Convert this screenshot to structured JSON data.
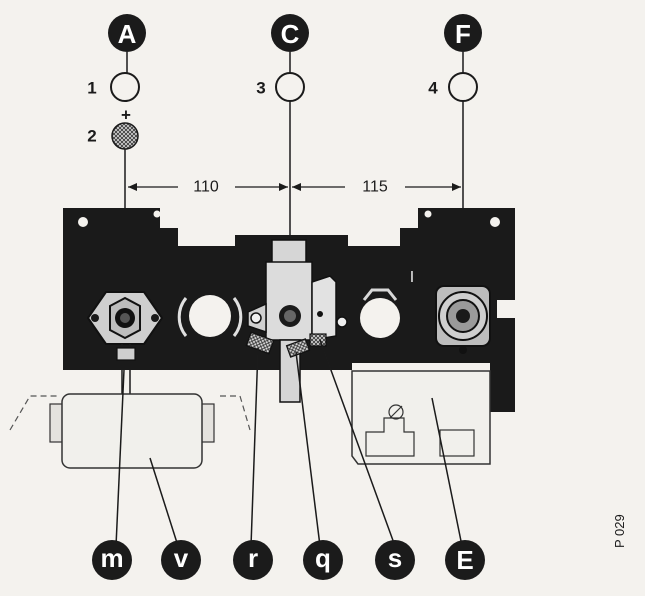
{
  "top_labels": {
    "A": "A",
    "C": "C",
    "F": "F"
  },
  "numbers": {
    "n1": "1",
    "n2": "2",
    "n2_sign": "+",
    "n3": "3",
    "n4": "4"
  },
  "dimensions": {
    "left": "110",
    "right": "115"
  },
  "bottom_labels": {
    "m": "m",
    "v": "v",
    "r": "r",
    "q": "q",
    "s": "s",
    "E": "E"
  },
  "plate_mark": "I",
  "side_code": "P 029"
}
